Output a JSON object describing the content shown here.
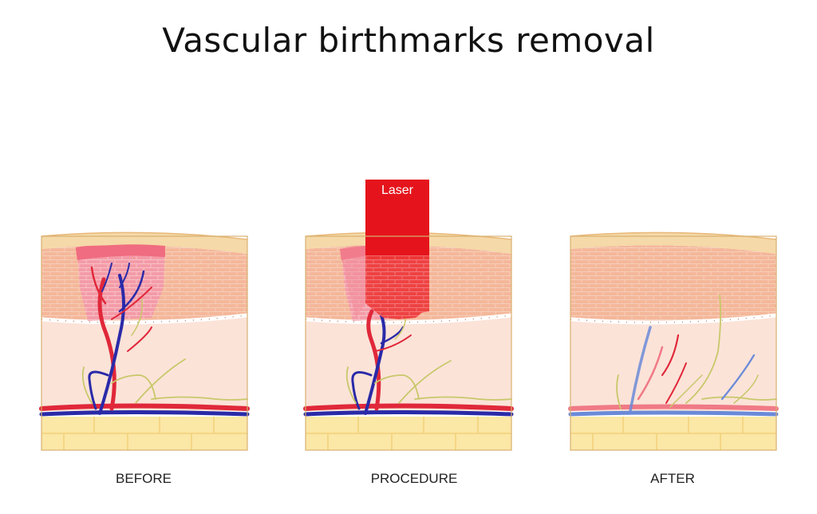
{
  "title": "Vascular birthmarks removal",
  "panels": [
    {
      "label": "BEFORE"
    },
    {
      "label": "PROCEDURE"
    },
    {
      "label": "AFTER"
    }
  ],
  "laser_label": "Laser",
  "colors": {
    "epidermis": "#f5d9a8",
    "dermis_upper": "#f4b79a",
    "dermis_lower": "#fbe3d8",
    "fat": "#fbe7a6",
    "birthmark": "#f08090",
    "laser": "#e81c24",
    "artery": "#e0283a",
    "vein": "#2a2aa8",
    "healed_vein": "#6a8ad8",
    "nerve": "#c8c86a"
  }
}
